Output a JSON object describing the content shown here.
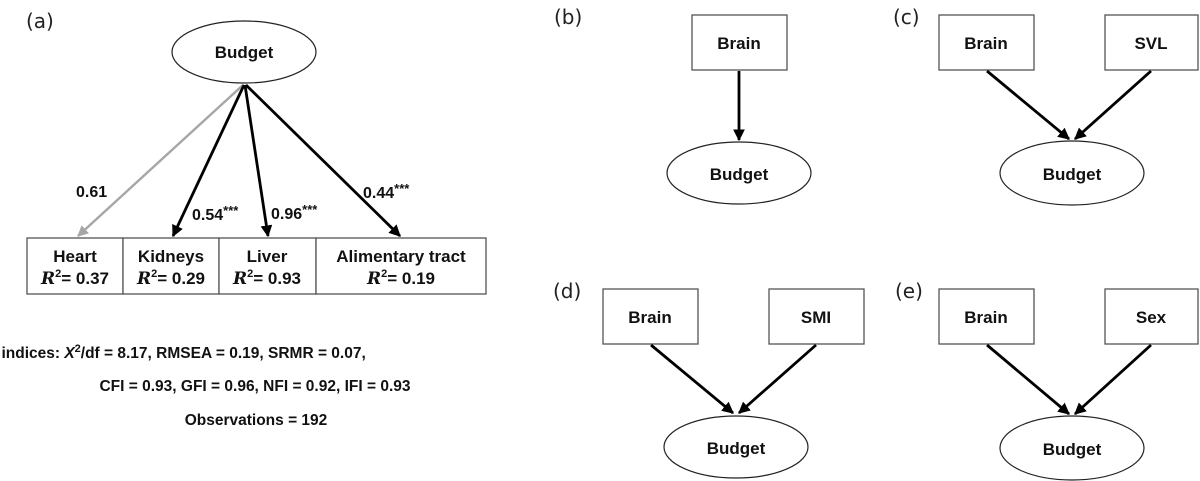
{
  "panels": {
    "a": {
      "label": "(a)",
      "latent": "Budget",
      "paths": [
        {
          "target": "Heart",
          "coefficient": "0.61",
          "stars": "",
          "significant": false
        },
        {
          "target": "Kidneys",
          "coefficient": "0.54",
          "stars": "***",
          "significant": true
        },
        {
          "target": "Liver",
          "coefficient": "0.96",
          "stars": "***",
          "significant": true
        },
        {
          "target": "Alimentary tract",
          "coefficient": "0.44",
          "stars": "***",
          "significant": true
        }
      ],
      "indicators": [
        {
          "name": "Heart",
          "r2_symbol": "R",
          "r2_sup": "2",
          "r2_value": "= 0.37"
        },
        {
          "name": "Kidneys",
          "r2_symbol": "R",
          "r2_sup": "2",
          "r2_value": "= 0.29"
        },
        {
          "name": "Liver",
          "r2_symbol": "R",
          "r2_sup": "2",
          "r2_value": "= 0.93"
        },
        {
          "name": "Alimentary tract",
          "r2_symbol": "R",
          "r2_sup": "2",
          "r2_value": "= 0.19"
        }
      ],
      "fit": {
        "line1_prefix": "Fit indices: ",
        "line1_chi": "X",
        "line1_chi_sup": "2",
        "line1_rest": "/df = 8.17, RMSEA = 0.19, SRMR = 0.07,",
        "line2": "CFI = 0.93, GFI = 0.96, NFI = 0.92, IFI = 0.93",
        "line3": "Observations = 192"
      }
    },
    "b": {
      "label": "(b)",
      "predictors": [
        "Brain"
      ],
      "outcome": "Budget"
    },
    "c": {
      "label": "(c)",
      "predictors": [
        "Brain",
        "SVL"
      ],
      "outcome": "Budget"
    },
    "d": {
      "label": "(d)",
      "predictors": [
        "Brain",
        "SMI"
      ],
      "outcome": "Budget"
    },
    "e": {
      "label": "(e)",
      "predictors": [
        "Brain",
        "Sex"
      ],
      "outcome": "Budget"
    }
  },
  "colors": {
    "significant_path": "#000000",
    "nonsignificant_path": "#a6a6a6"
  }
}
